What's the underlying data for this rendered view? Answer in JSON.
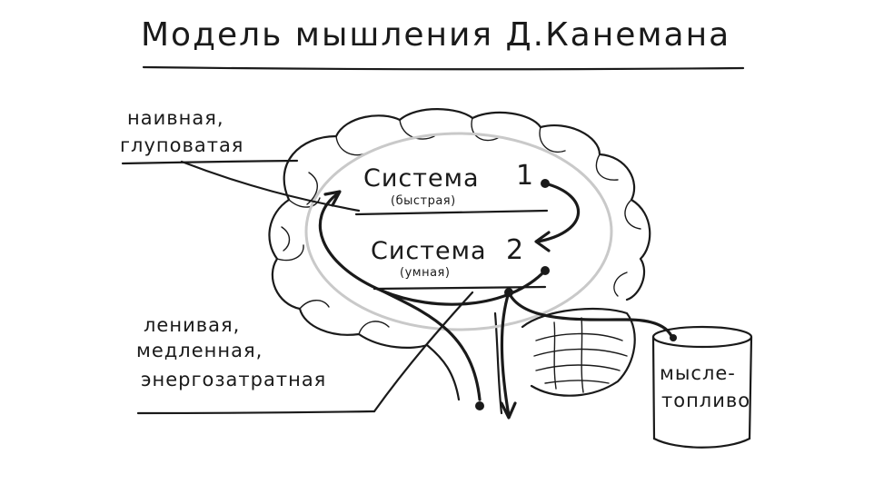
{
  "title": "Модель мышления Д.Канемана",
  "system1": {
    "name": "Система",
    "number": "1",
    "qualifier": "(быстрая)"
  },
  "system2": {
    "name": "Система",
    "number": "2",
    "qualifier": "(умная)"
  },
  "system1_traits": [
    "наивная,",
    "глуповатая"
  ],
  "system2_traits": [
    "ленивая,",
    "медленная,",
    "энергозатратная"
  ],
  "fuel": [
    "мысле-",
    "топливо"
  ],
  "colors": {
    "ink": "#1a1a1a",
    "oval": "#c9c9c9",
    "background": "#ffffff"
  }
}
